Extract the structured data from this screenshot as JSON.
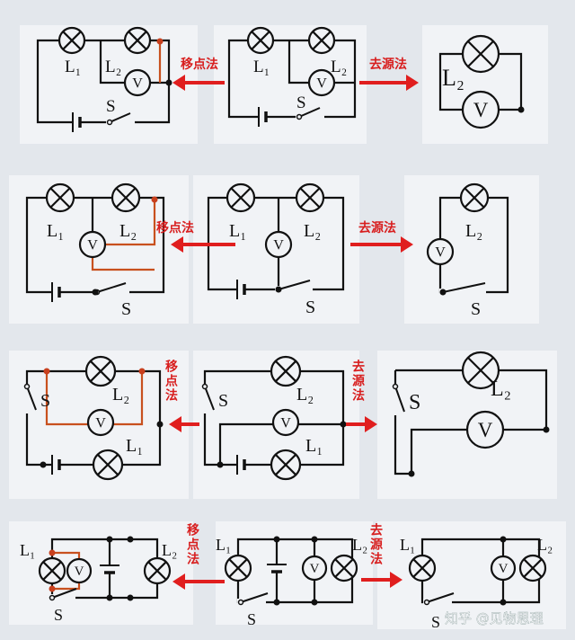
{
  "labels": {
    "L1": "L₁",
    "L2": "L₂",
    "S": "S",
    "V": "V"
  },
  "methods": {
    "move_point": "移点法",
    "remove_source": "去源法"
  },
  "watermark": "知乎 @见物思理",
  "colors": {
    "wire": "#111111",
    "highlight": "#c8501e",
    "arrow": "#e01e1e",
    "panel": "#f1f3f6",
    "background": "#e3e7ec"
  }
}
